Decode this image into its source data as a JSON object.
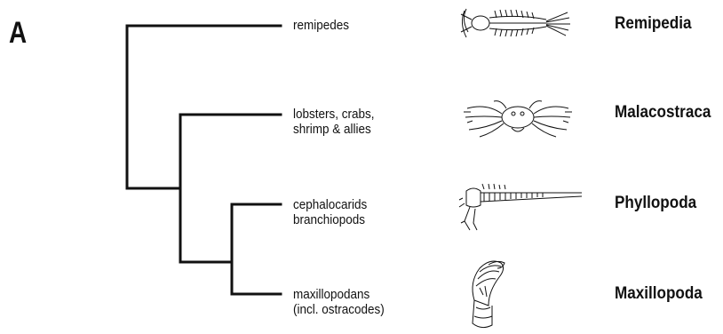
{
  "panel": {
    "label": "A"
  },
  "taxa": [
    {
      "tip_line1": "remipedes",
      "tip_line2": "",
      "clade": "Remipedia",
      "icon": "remipede-icon"
    },
    {
      "tip_line1": "lobsters, crabs,",
      "tip_line2": "shrimp & allies",
      "clade": "Malacostraca",
      "icon": "crab-icon"
    },
    {
      "tip_line1": "cephalocarids",
      "tip_line2": "branchiopods",
      "clade": "Phyllopoda",
      "icon": "branchiopod-icon"
    },
    {
      "tip_line1": "maxillopodans",
      "tip_line2": "(incl. ostracodes)",
      "clade": "Maxillopoda",
      "icon": "ostracode-icon"
    }
  ],
  "colors": {
    "line": "#111111",
    "text": "#111111"
  }
}
